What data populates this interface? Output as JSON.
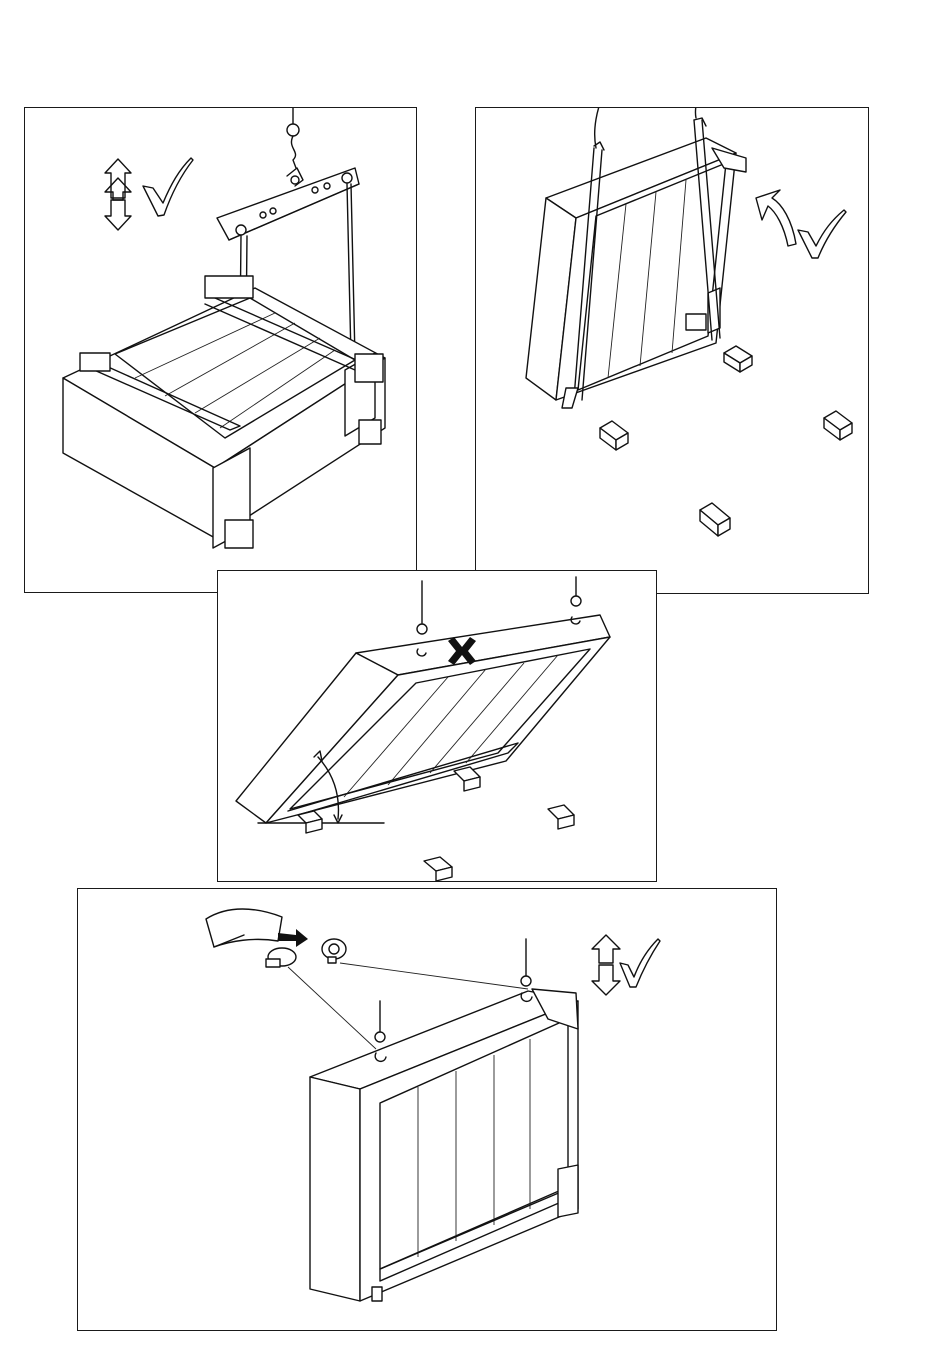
{
  "page": {
    "background": "#ffffff",
    "line_color": "#111111"
  },
  "panels": [
    {
      "id": "panel-1",
      "scene": "lifting-beam-horizontal-crate",
      "verdict_icon": "checkmark-icon",
      "direction_icon": "up-down-arrows-icon"
    },
    {
      "id": "panel-2",
      "scene": "strap-tilting-crate-on-blocks",
      "verdict_icon": "checkmark-icon",
      "direction_icon": "curved-rotate-arrow-icon"
    },
    {
      "id": "panel-3",
      "scene": "tilting-by-eyebolts-forbidden",
      "verdict_icon": "cross-icon",
      "direction_icon": "angle-arrow-icon"
    },
    {
      "id": "panel-4",
      "scene": "upright-crate-lifting-eyes",
      "verdict_icon": "checkmark-icon",
      "direction_icon": "up-down-arrows-icon"
    }
  ]
}
